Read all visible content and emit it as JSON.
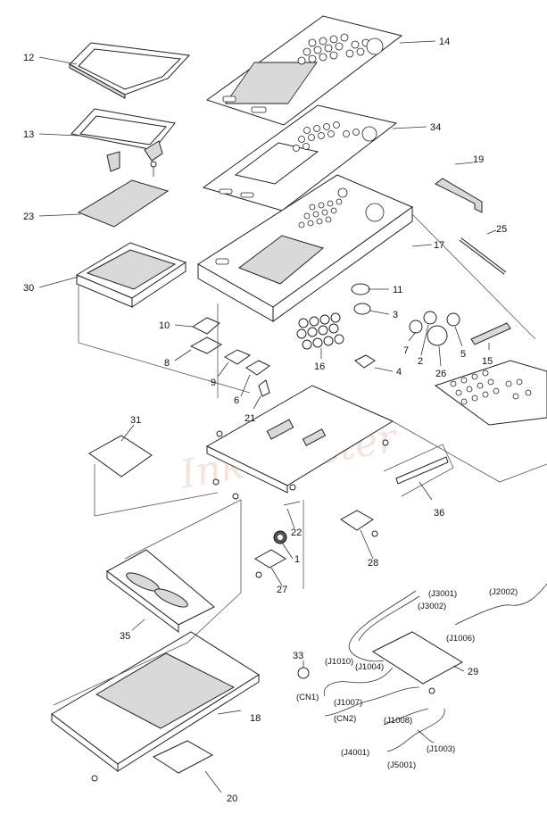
{
  "callouts": {
    "c12": "12",
    "c13": "13",
    "c23": "23",
    "c30": "30",
    "c14": "14",
    "c34": "34",
    "c19": "19",
    "c17": "17",
    "c25": "25",
    "c11": "11",
    "c3": "3",
    "c10": "10",
    "c8": "8",
    "c9": "9",
    "c6": "6",
    "c21": "21",
    "c16": "16",
    "c4": "4",
    "c7": "7",
    "c2": "2",
    "c26": "26",
    "c5": "5",
    "c15": "15",
    "c31": "31",
    "c36": "36",
    "c22": "22",
    "c1": "1",
    "c28": "28",
    "c27": "27",
    "c35": "35",
    "c33": "33",
    "c29": "29",
    "c18": "18",
    "c20": "20"
  },
  "connectors": {
    "j3001": "(J3001)",
    "j3002": "(J3002)",
    "j2002": "(J2002)",
    "j1006": "(J1006)",
    "j1010": "(J1010)",
    "j1004": "(J1004)",
    "cn1": "(CN1)",
    "j1007": "(J1007)",
    "cn2": "(CN2)",
    "j1008": "(J1008)",
    "j4001": "(J4001)",
    "j1003": "(J1003)",
    "j5001": "(J5001)"
  },
  "watermark": "Ink-Master"
}
